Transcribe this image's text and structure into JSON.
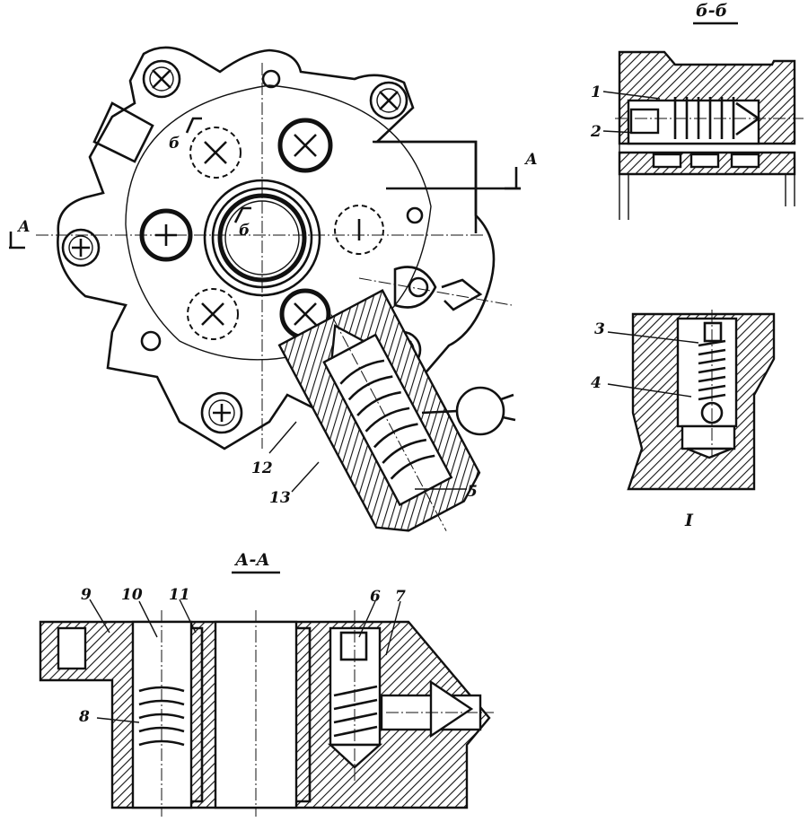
{
  "sections": {
    "aa": "А-А",
    "bb": "б-б",
    "detail": "I"
  },
  "markers": {
    "a_left": "А",
    "a_right": "А",
    "b_top": "б",
    "b_mid": "б"
  },
  "callouts": [
    "1",
    "2",
    "3",
    "4",
    "5",
    "6",
    "7",
    "8",
    "9",
    "10",
    "11",
    "12",
    "13"
  ]
}
